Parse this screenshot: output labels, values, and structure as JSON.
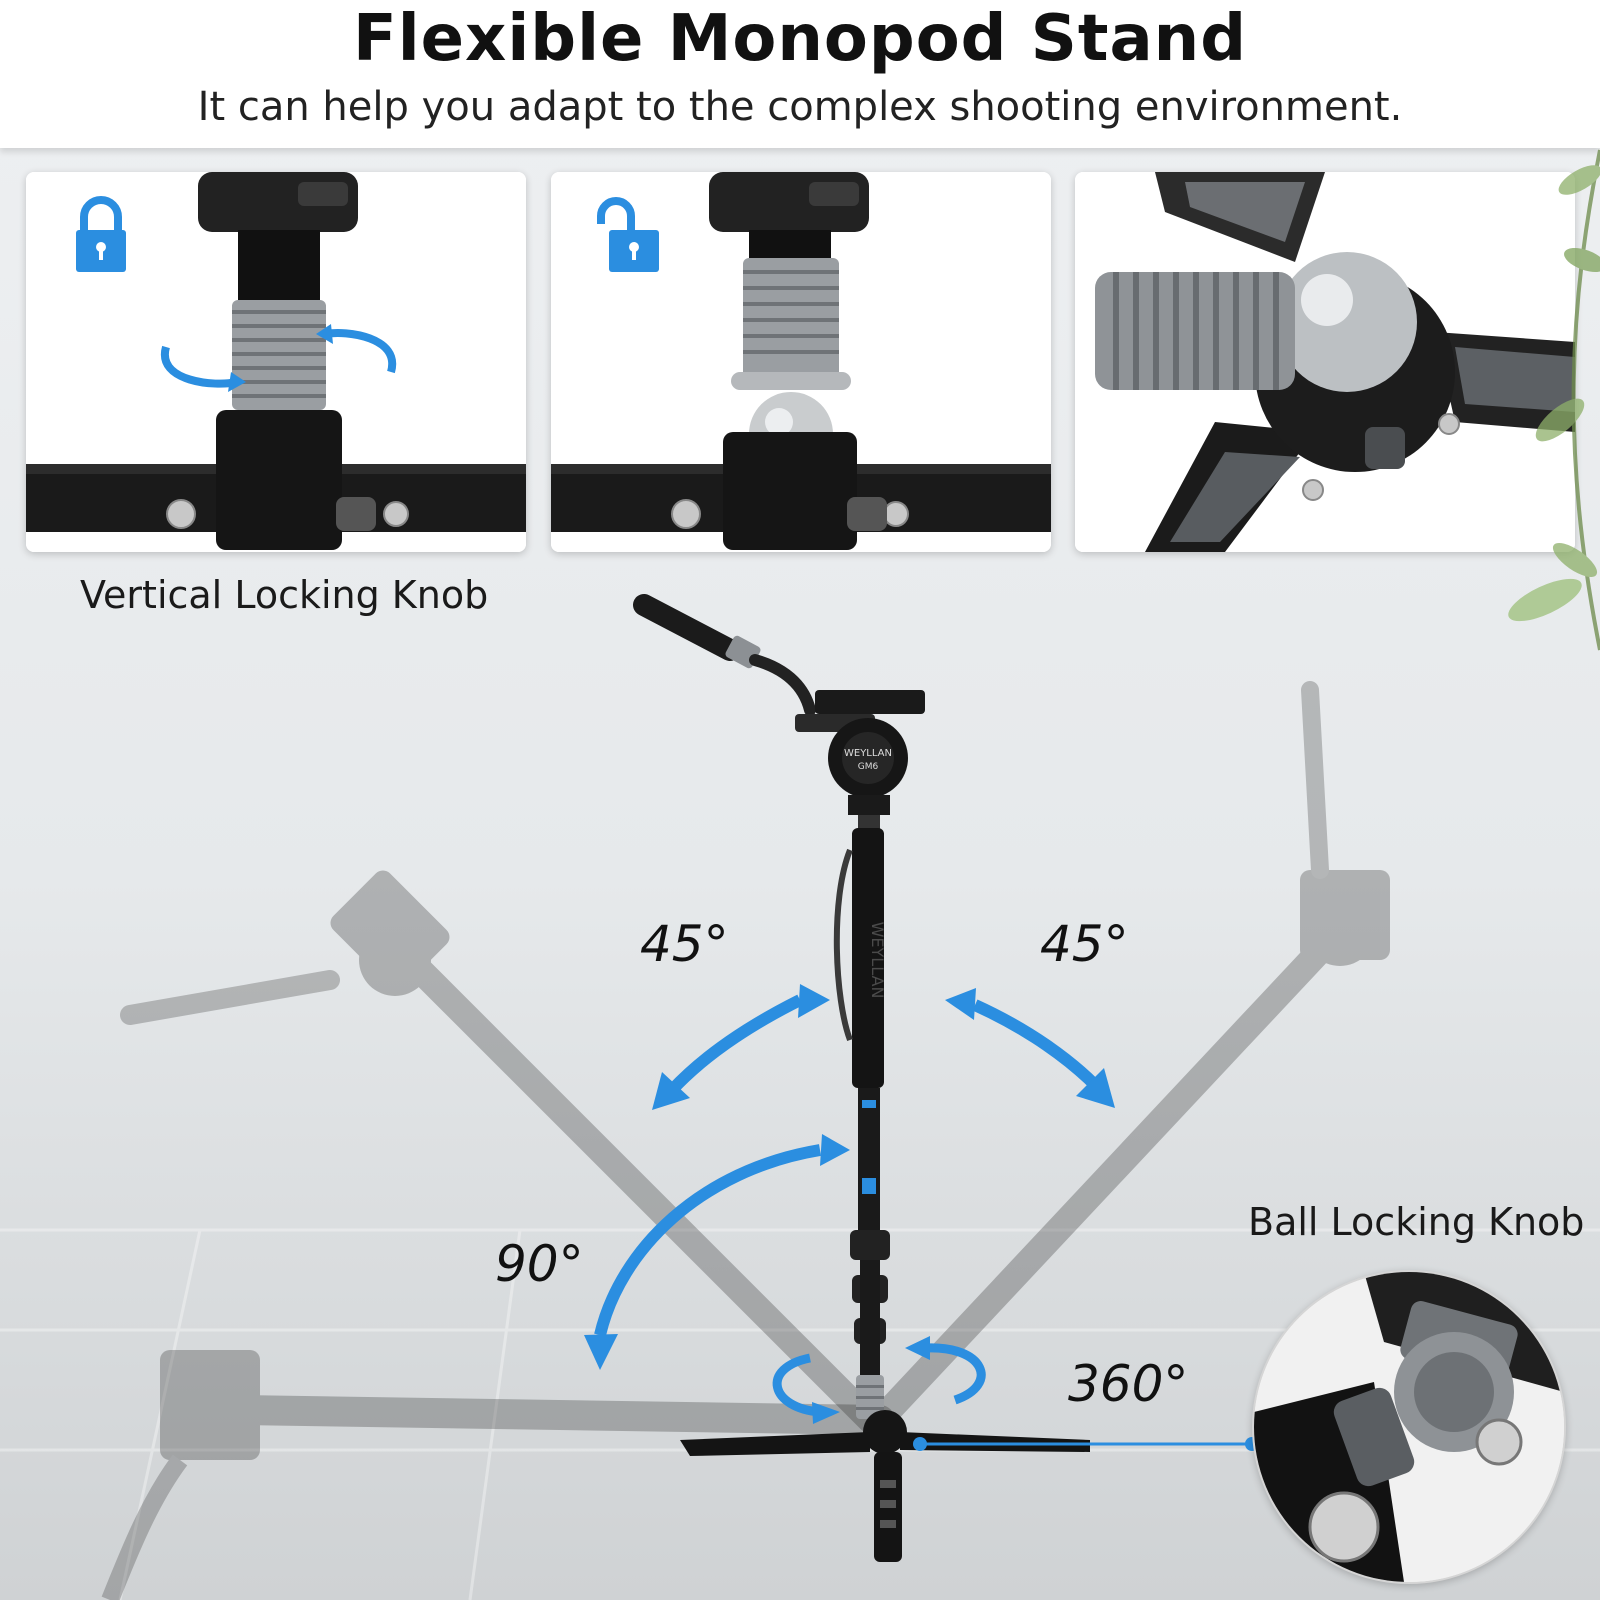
{
  "header": {
    "title": "Flexible Monopod Stand",
    "subtitle": "It can help you adapt to the complex shooting environment."
  },
  "panels": [
    {
      "name": "locked-view",
      "icon": "lock-closed-icon"
    },
    {
      "name": "unlocked-view",
      "icon": "lock-open-icon"
    },
    {
      "name": "ball-joint-view",
      "icon": "ball-joint"
    }
  ],
  "labels": {
    "vertical_knob": "Vertical Locking Knob",
    "ball_knob": "Ball Locking Knob",
    "angle_left": "45°",
    "angle_right": "45°",
    "angle_down": "90°",
    "rotation": "360°"
  },
  "product": {
    "brand": "WEYLLAN",
    "head_model": "GM6"
  },
  "colors": {
    "accent_blue": "#2b8ee0",
    "dark_metal": "#1c1c1c",
    "knurl_silver": "#9a9ea2"
  }
}
